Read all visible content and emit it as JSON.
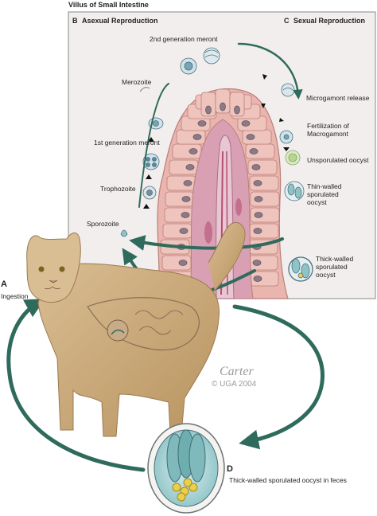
{
  "header": {
    "title": "Villus of Small Intestine"
  },
  "panels": {
    "a": {
      "letter": "A",
      "label": "Ingestion"
    },
    "b": {
      "letter": "B",
      "label": "Asexual Reproduction"
    },
    "c": {
      "letter": "C",
      "label": "Sexual Reproduction"
    },
    "d": {
      "letter": "D",
      "label": "Thick-walled sporulated oocyst in feces"
    }
  },
  "asexual_stages": [
    "2nd generation meront",
    "Merozoite",
    "1st generation meront",
    "Trophozoite",
    "Sporozoite"
  ],
  "sexual_stages": [
    "Microgamont release",
    "Fertilization of\nMacrogamont",
    "Unsporulated oocyst",
    "Thin-walled\nsporulated\noocyst",
    "Thick-walled\nsporulated\noocyst"
  ],
  "credit": {
    "signature": "Carter",
    "copyright": "© UGA 2004"
  },
  "colors": {
    "arrow": "#2f6b5c",
    "villus": "#e9b5ae",
    "cat": "#c9a77b",
    "panel_bg": "#f3eeee"
  }
}
